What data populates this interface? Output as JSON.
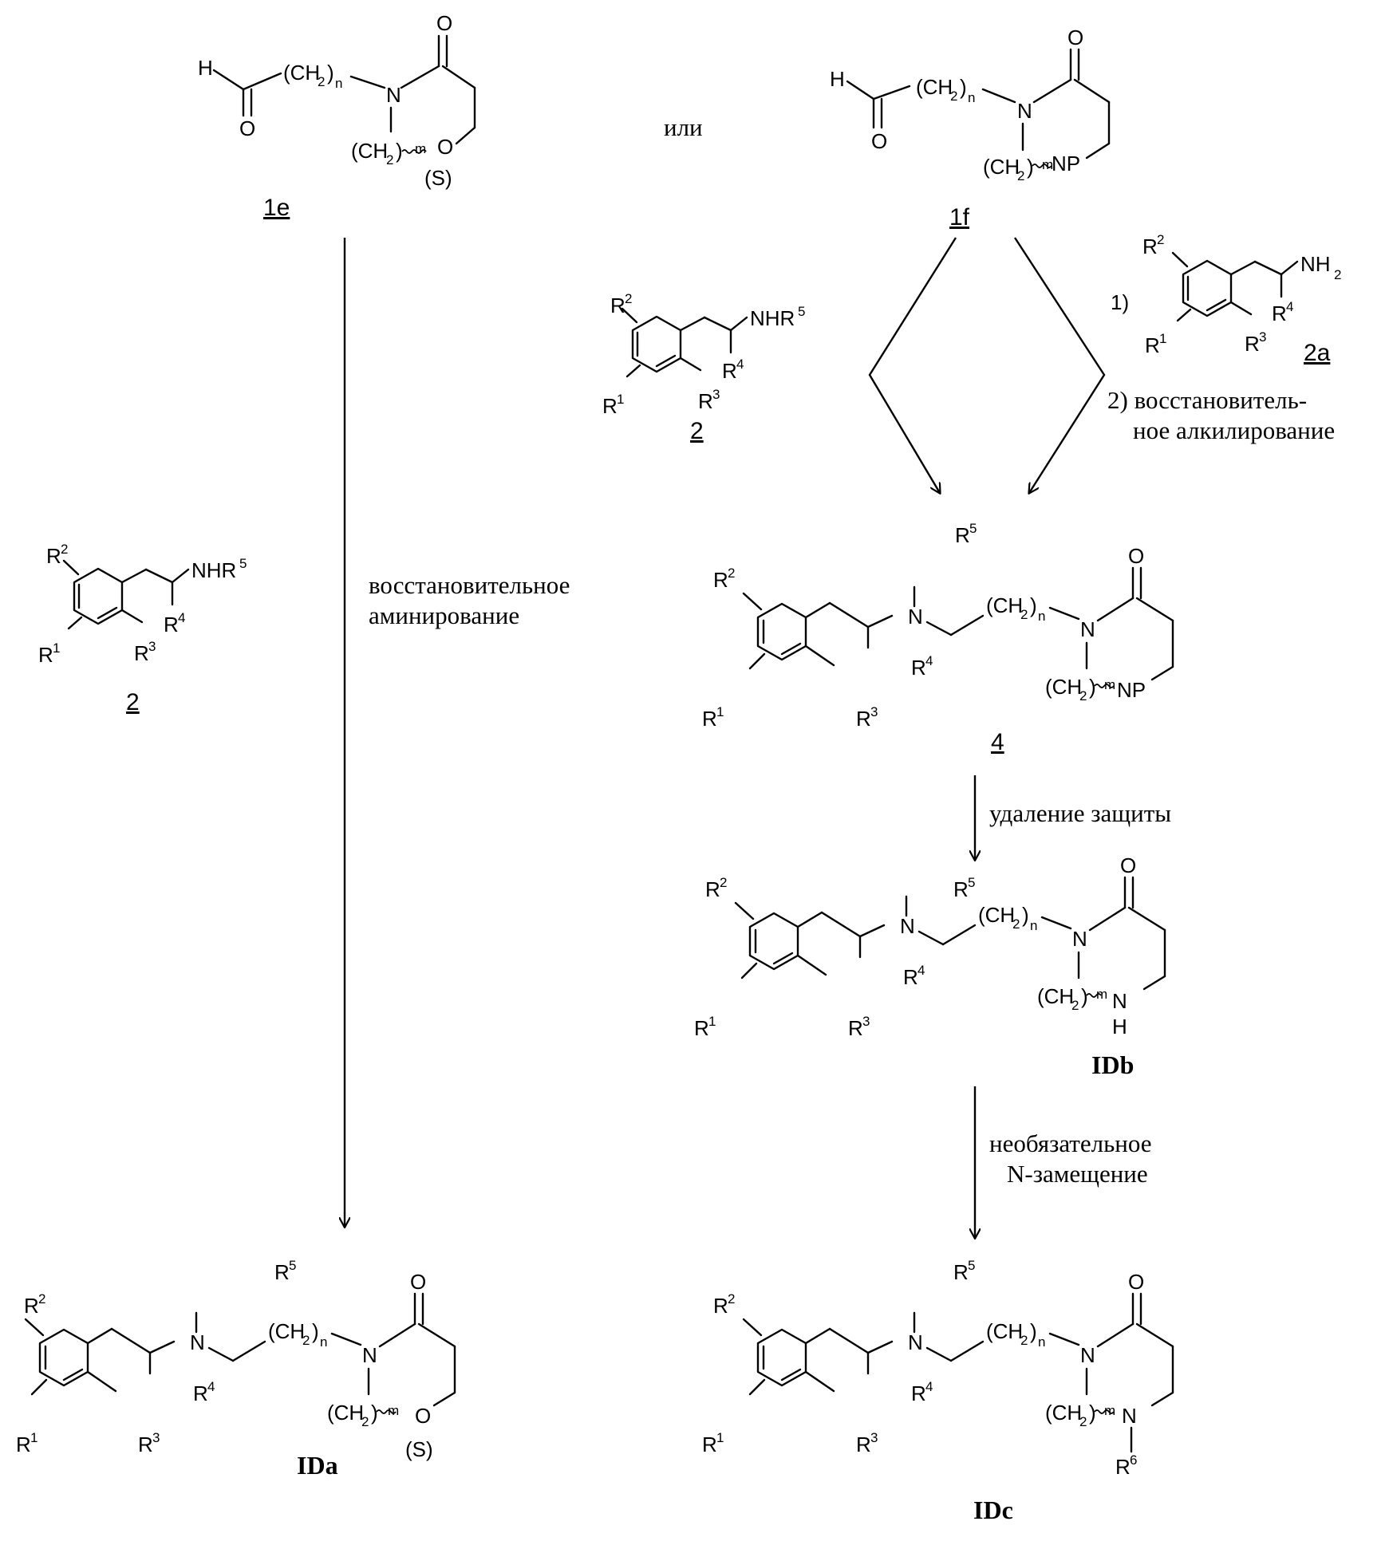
{
  "diagram": {
    "connector_or": "или",
    "compounds": {
      "c1e": {
        "label": "1e",
        "stereo": "(S)"
      },
      "c1f": {
        "label": "1f"
      },
      "c2_left": {
        "label": "2"
      },
      "c2_mid": {
        "label": "2"
      },
      "c2a": {
        "label": "2a",
        "step1": "1)"
      },
      "c4": {
        "label": "4"
      },
      "cIDa": {
        "label": "IDa",
        "stereo": "(S)"
      },
      "cIDb": {
        "label": "IDb"
      },
      "cIDc": {
        "label": "IDc"
      }
    },
    "reactions": {
      "reductive_amination": [
        "восстановительное",
        "аминирование"
      ],
      "reductive_alkylation": [
        "2) восстановитель-",
        "ное алкилирование"
      ],
      "deprotection": "удаление защиты",
      "optional_n_substitution": [
        "необязательное",
        "N-замещение"
      ]
    },
    "atoms": {
      "H": "H",
      "O": "O",
      "N": "N",
      "NP": "NP",
      "NH": "N",
      "Hh": "H",
      "CH2n": "(CH",
      "n_sub": "n",
      "m_sub": "m",
      "two": "2",
      "NHR": "NHR",
      "NH2": "NH",
      "R": "R",
      "s1": "1",
      "s2": "2",
      "s3": "3",
      "s4": "4",
      "s5": "5",
      "s6": "6"
    }
  }
}
